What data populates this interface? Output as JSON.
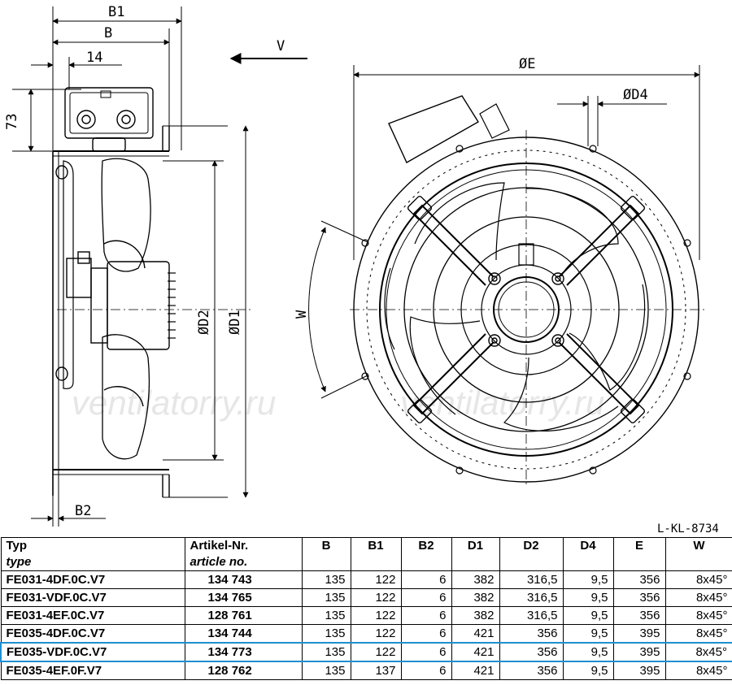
{
  "drawing": {
    "labels": {
      "b1": "B1",
      "b": "B",
      "b2": "B2",
      "dim14": "14",
      "dim73": "73",
      "view_v": "V",
      "d2": "ØD2",
      "d1": "ØD1",
      "e": "ØE",
      "d4": "ØD4",
      "w": "W"
    },
    "watermark": "ventilatorry.ru",
    "drawing_ref": "L-KL-8734"
  },
  "table": {
    "headers": [
      {
        "main": "Typ",
        "sub": "type"
      },
      {
        "main": "Artikel-Nr.",
        "sub": "article no."
      },
      {
        "main": "B",
        "sub": ""
      },
      {
        "main": "B1",
        "sub": ""
      },
      {
        "main": "B2",
        "sub": ""
      },
      {
        "main": "D1",
        "sub": ""
      },
      {
        "main": "D2",
        "sub": ""
      },
      {
        "main": "D4",
        "sub": ""
      },
      {
        "main": "E",
        "sub": ""
      },
      {
        "main": "W",
        "sub": ""
      }
    ],
    "rows": [
      {
        "typ": "FE031-4DF.0C.V7",
        "art": "134 743",
        "b": "135",
        "b1": "122",
        "b2": "6",
        "d1": "382",
        "d2": "316,5",
        "d4": "9,5",
        "e": "356",
        "w": "8x45°"
      },
      {
        "typ": "FE031-VDF.0C.V7",
        "art": "134 765",
        "b": "135",
        "b1": "122",
        "b2": "6",
        "d1": "382",
        "d2": "316,5",
        "d4": "9,5",
        "e": "356",
        "w": "8x45°"
      },
      {
        "typ": "FE031-4EF.0C.V7",
        "art": "128 761",
        "b": "135",
        "b1": "122",
        "b2": "6",
        "d1": "382",
        "d2": "316,5",
        "d4": "9,5",
        "e": "356",
        "w": "8x45°"
      },
      {
        "typ": "FE035-4DF.0C.V7",
        "art": "134 744",
        "b": "135",
        "b1": "122",
        "b2": "6",
        "d1": "421",
        "d2": "356",
        "d4": "9,5",
        "e": "395",
        "w": "8x45°"
      },
      {
        "typ": "FE035-VDF.0C.V7",
        "art": "134 773",
        "b": "135",
        "b1": "122",
        "b2": "6",
        "d1": "421",
        "d2": "356",
        "d4": "9,5",
        "e": "395",
        "w": "8x45°",
        "highlight": true
      },
      {
        "typ": "FE035-4EF.0F.V7",
        "art": "128 762",
        "b": "135",
        "b1": "137",
        "b2": "6",
        "d1": "421",
        "d2": "356",
        "d4": "9,5",
        "e": "395",
        "w": "8x45°"
      }
    ]
  },
  "colors": {
    "highlight": "#1e8fd0",
    "line": "#000000"
  }
}
